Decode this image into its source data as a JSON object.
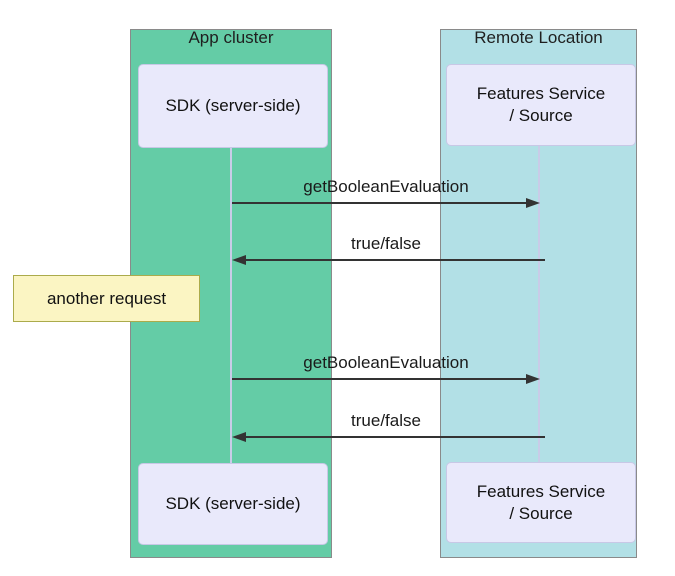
{
  "colors": {
    "app_cluster_bg": "#64CCA6",
    "remote_location_bg": "#B2E0E6",
    "group_border": "#8A8A8A",
    "actor_fill": "#E9E9FB",
    "actor_border": "#C8C8E6",
    "lifeline": "#C9CCE8",
    "arrow": "#333333",
    "note_fill": "#FBF5C3",
    "note_border": "#ABAB4B"
  },
  "groups": [
    {
      "label": "App cluster"
    },
    {
      "label": "Remote Location"
    }
  ],
  "actors": {
    "app_top": {
      "label": "SDK (server-side)"
    },
    "remote_top": {
      "line1": "Features Service",
      "line2": "/ Source"
    },
    "app_bottom": {
      "label": "SDK (server-side)"
    },
    "remote_bottom": {
      "line1": "Features Service",
      "line2": "/ Source"
    }
  },
  "messages": [
    {
      "label": "getBooleanEvaluation",
      "direction": "right"
    },
    {
      "label": "true/false",
      "direction": "left"
    },
    {
      "label": "getBooleanEvaluation",
      "direction": "right"
    },
    {
      "label": "true/false",
      "direction": "left"
    }
  ],
  "note": {
    "label": "another request"
  }
}
